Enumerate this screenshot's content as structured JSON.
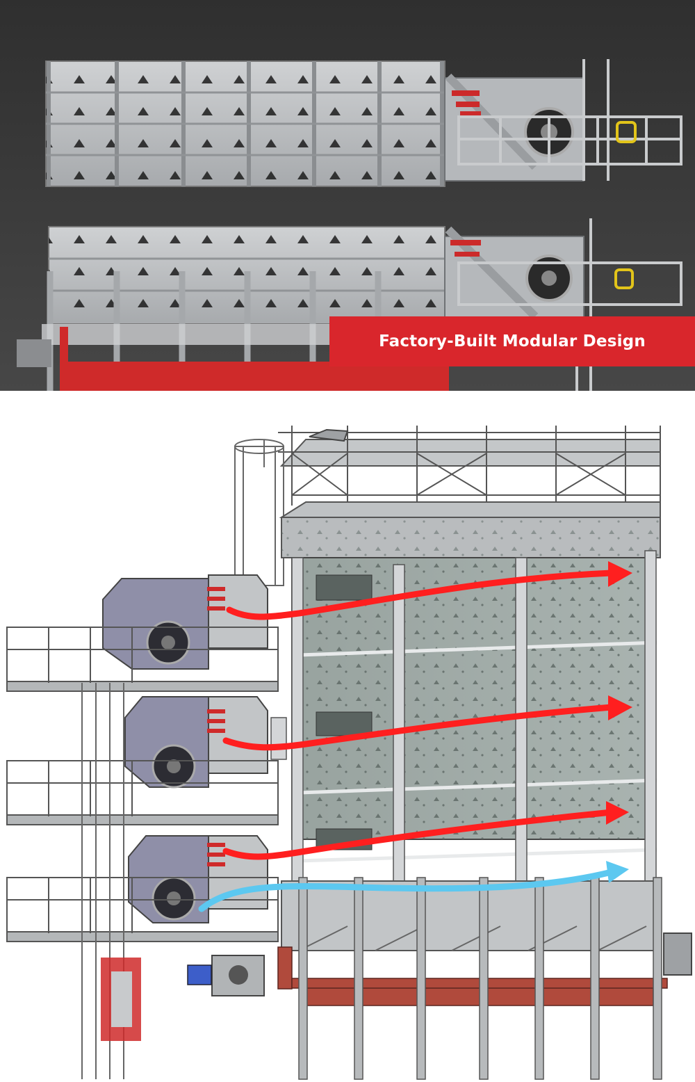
{
  "banner": {
    "text": "Factory-Built Modular Design",
    "color": "#d9262c",
    "text_color": "#ffffff"
  },
  "colors": {
    "top_background": "#3a3a3a",
    "steel": "#b9bcbe",
    "panel_dark": "#8e9a96",
    "frame_red": "#cf2a2a",
    "fan_housing": "#8f8fa8",
    "hot_air_arrow": "#ff1f1f",
    "cool_air_arrow": "#5cc8f0",
    "base_red": "#b04a3c"
  },
  "icons": {
    "hot_air": "arrow-right-red",
    "cool_air": "arrow-right-blue"
  }
}
